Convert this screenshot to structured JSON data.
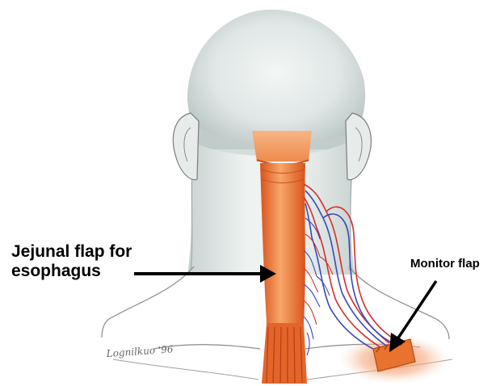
{
  "labels": {
    "jejunal_line1": "Jejunal flap for",
    "jejunal_line2": "esophagus",
    "monitor": "Monitor flap"
  },
  "signature": {
    "text": "Lognilkuo '96"
  },
  "colors": {
    "skin": "#e3e9e8",
    "skin_shadow": "#a9b6b4",
    "flap_orange": "#e8702a",
    "flap_light": "#f6b07a",
    "artery_red": "#d42f2a",
    "vein_blue": "#3949b8",
    "outline": "#555555",
    "arrow": "#000000"
  }
}
